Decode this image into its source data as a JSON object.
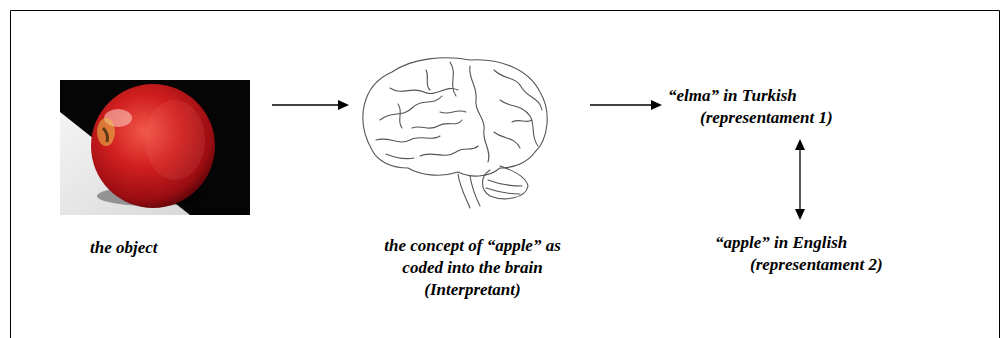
{
  "diagram": {
    "nodes": [
      {
        "text": [
          "the object"
        ]
      },
      {
        "text": [
          "the concept of “apple” as coded into the brain",
          "(Interpretant)"
        ]
      },
      {
        "text": [
          "“elma” in Turkish",
          "(representament 1)"
        ]
      },
      {
        "text": [
          "“apple” in English",
          "(representament 2)"
        ]
      }
    ],
    "edges": [
      {
        "from": 0,
        "to": 1,
        "arrow": "to"
      },
      {
        "from": 1,
        "to": 2,
        "arrow": "to"
      },
      {
        "from": 2,
        "to": 3,
        "arrow": "both"
      }
    ]
  }
}
